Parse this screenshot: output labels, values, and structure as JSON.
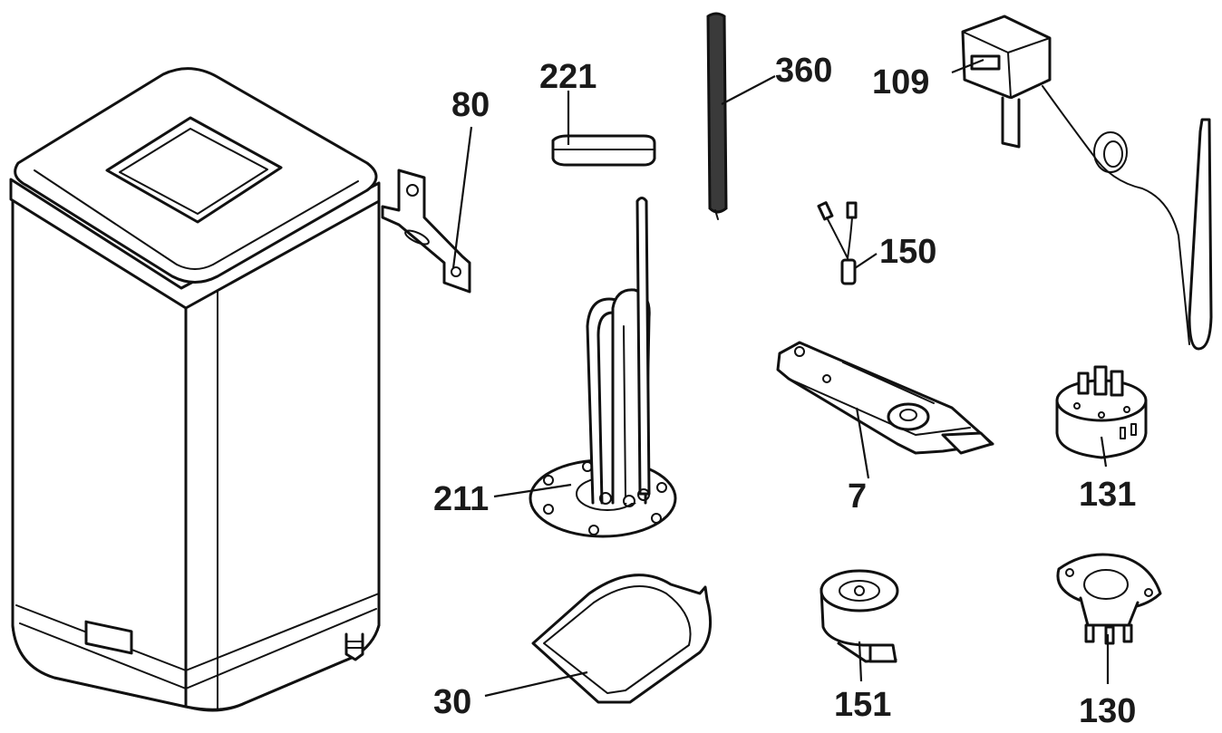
{
  "labels": {
    "p80": "80",
    "p221": "221",
    "p360": "360",
    "p109": "109",
    "p150": "150",
    "p7": "7",
    "p131": "131",
    "p211": "211",
    "p30": "30",
    "p151": "151",
    "p130": "130"
  }
}
